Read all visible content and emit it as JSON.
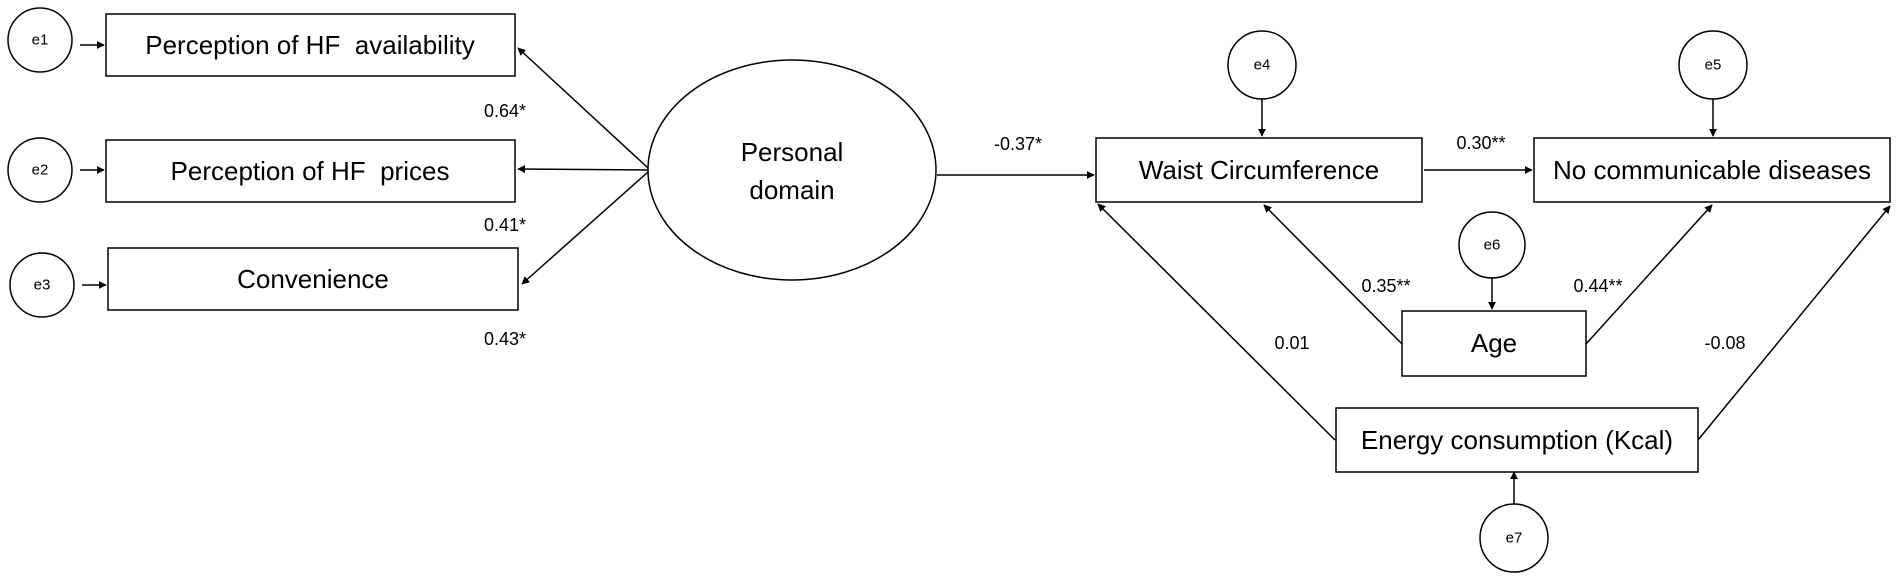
{
  "nodes": {
    "hf_availability": "Perception of HF  availability",
    "hf_prices": "Perception of HF  prices",
    "convenience": "Convenience",
    "personal_domain": [
      "Personal",
      "domain"
    ],
    "waist": "Waist Circumference",
    "ncd": "No communicable diseases",
    "age": "Age",
    "energy": "Energy consumption (Kcal)"
  },
  "errors": {
    "e1": "e1",
    "e2": "e2",
    "e3": "e3",
    "e4": "e4",
    "e5": "e5",
    "e6": "e6",
    "e7": "e7"
  },
  "coefficients": {
    "pd_hf_availability": "0.64*",
    "pd_hf_prices": "0.41*",
    "pd_convenience": "0.43*",
    "pd_waist": "-0.37*",
    "waist_ncd": "0.30**",
    "age_waist": "0.35**",
    "age_ncd": "0.44**",
    "energy_waist": "0.01",
    "energy_ncd": "-0.08"
  }
}
